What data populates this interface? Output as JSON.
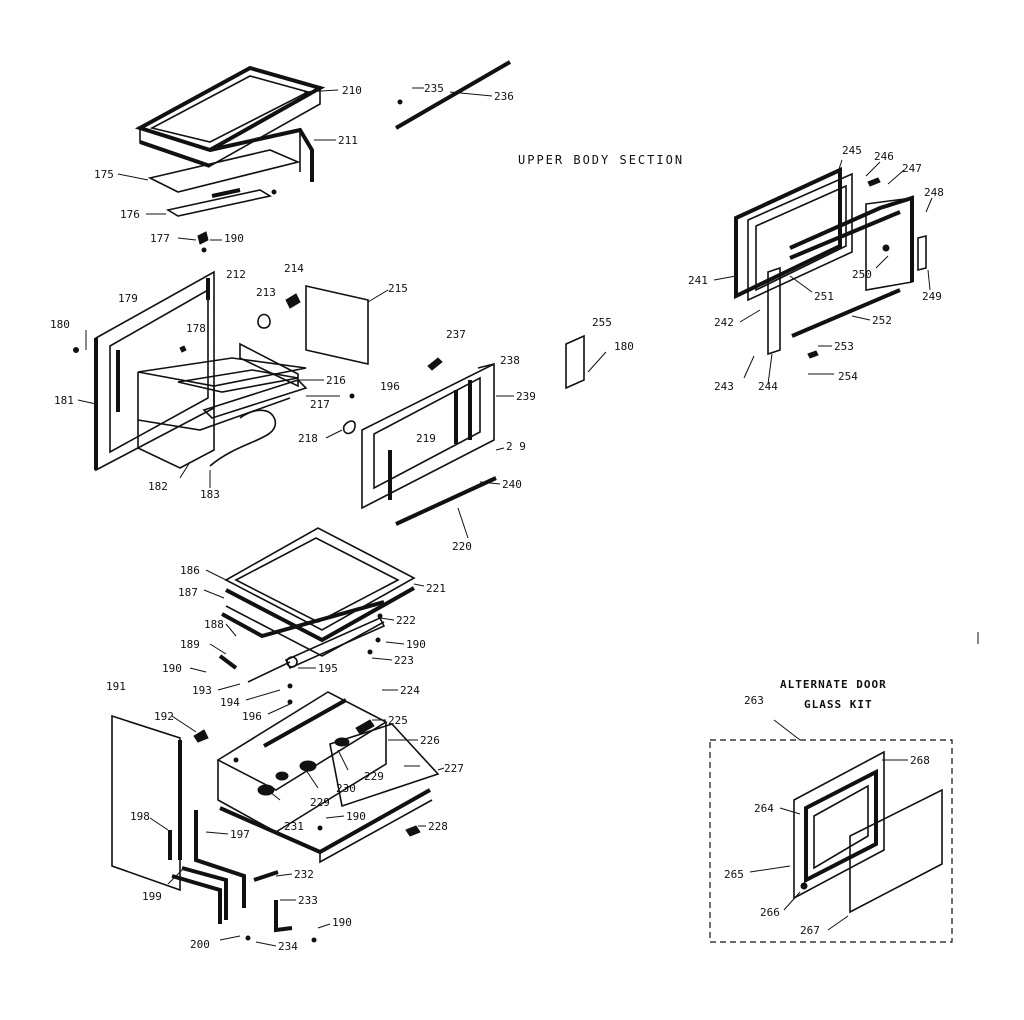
{
  "title": "UPPER BODY SECTION",
  "kit": {
    "title_line1": "ALTERNATE DOOR",
    "title_line2": "GLASS KIT",
    "number": "263"
  },
  "part_numbers": [
    "210",
    "235",
    "236",
    "211",
    "175",
    "176",
    "177",
    "190",
    "179",
    "212",
    "214",
    "213",
    "215",
    "180",
    "178",
    "181",
    "182",
    "183",
    "216",
    "217",
    "196",
    "218",
    "237",
    "238",
    "239",
    "219",
    "2 9",
    "240",
    "220",
    "255",
    "180",
    "245",
    "246",
    "247",
    "248",
    "241",
    "250",
    "249",
    "242",
    "251",
    "252",
    "243",
    "244",
    "253",
    "254",
    "186",
    "221",
    "187",
    "222",
    "188",
    "190",
    "189",
    "223",
    "190",
    "195",
    "193",
    "194",
    "224",
    "196",
    "191",
    "192",
    "225",
    "226",
    "229",
    "230",
    "227",
    "229",
    "231",
    "190",
    "228",
    "198",
    "197",
    "232",
    "199",
    "233",
    "200",
    "234",
    "190",
    "268",
    "264",
    "265",
    "266",
    "267"
  ]
}
